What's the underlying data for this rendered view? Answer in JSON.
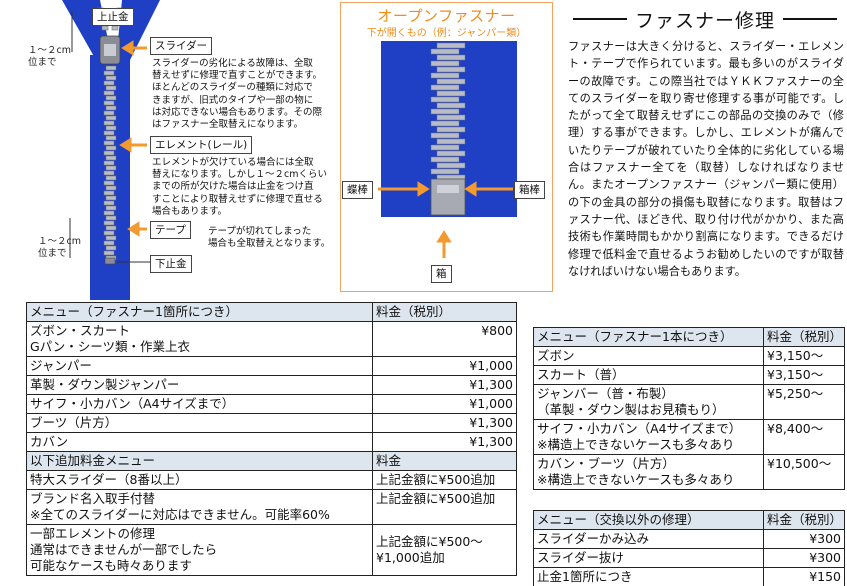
{
  "diagram": {
    "top_stop_label": "上止金",
    "slider_label": "スライダー",
    "slider_note": [
      "スライダーの劣化による故障は、全取",
      "替えせずに修理で直すことができます。",
      "ほとんどのスライダーの種類に対応で",
      "きますが、旧式のタイプや一部の物に",
      "は対応できない場合もあります。その際",
      "はファスナー全取替えになります。"
    ],
    "element_label": "エレメント(レール)",
    "element_note": [
      "エレメントが欠けている場合には全取",
      "替えになります。しかし１～２cmくらい",
      "までの所が欠けた場合は止金をつけ直",
      "すことにより取替えせずに修理で直せる",
      "場合もあります。"
    ],
    "tape_label": "テープ",
    "tape_note": [
      "テープが切れてしまった",
      "場合も全取替えとなります。"
    ],
    "bottom_stop_label": "下止金",
    "side_note_top": [
      "１～２cm",
      "位まで"
    ],
    "side_note_bottom": [
      "１～２cm",
      "位まで"
    ]
  },
  "open_zipper": {
    "title": "オープンファスナー",
    "subtitle": "下が開くもの（例：ジャンパー類）",
    "butterfly_label": "蝶棒",
    "box_pin_label": "箱棒",
    "box_label": "箱"
  },
  "repair": {
    "title": "ファスナー修理",
    "body": "ファスナーは大きく分けると、スライダー・エレメント・テープで作られています。最も多いのがスライダーの故障です。この際当社ではＹＫＫファスナーの全てのスライダーを取り寄せ修理する事が可能です。したがって全て取替えせずにこの部品の交換のみで（修理）する事ができます。しかし、エレメントが痛んでいたりテープが破れていたり全体的に劣化している場合はファスナー全てを（取替）しなければなりません。またオープンファスナー（ジャンパー類に使用）の下の金具の部分の損傷も取替になります。取替はファスナー代、ほどき代、取り付け代がかかり、また高技術も作業時間もかかり割高になります。できるだけ修理で低料金で直せるようお勧めしたいのですが取替なければいけない場合もあります。"
  },
  "table_single": {
    "header": [
      "メニュー（ファスナー1箇所につき）",
      "料金（税別）"
    ],
    "rows": [
      {
        "menu": [
          "ズボン・スカート",
          "Gパン・シーツ類・作業上衣"
        ],
        "price": "¥800"
      },
      {
        "menu": [
          "ジャンパー"
        ],
        "price": "¥1,000"
      },
      {
        "menu": [
          "革製・ダウン製ジャンパー"
        ],
        "price": "¥1,300"
      },
      {
        "menu": [
          "サイフ・小カバン（A4サイズまで）"
        ],
        "price": "¥1,000"
      },
      {
        "menu": [
          "ブーツ（片方）"
        ],
        "price": "¥1,300"
      },
      {
        "menu": [
          "カバン"
        ],
        "price": "¥1,300"
      }
    ],
    "extra_header": [
      "以下追加料金メニュー",
      "料金"
    ],
    "extra_rows": [
      {
        "menu": [
          "特大スライダー（8番以上）"
        ],
        "price": [
          "上記金額に¥500追加"
        ]
      },
      {
        "menu": [
          "ブランド名入取手付替",
          "※全てのスライダーに対応はできません。可能率60%"
        ],
        "price": [
          "上記金額に¥500追加"
        ]
      },
      {
        "menu": [
          "一部エレメントの修理",
          "通常はできませんが一部でしたら",
          "可能なケースも時々あります"
        ],
        "price": [
          "上記金額に¥500～",
          "¥1,000追加"
        ]
      }
    ]
  },
  "table_full": {
    "header": [
      "メニュー（ファスナー1本につき）",
      "料金（税別）"
    ],
    "rows": [
      {
        "menu": [
          "ズボン"
        ],
        "price": "¥3,150～"
      },
      {
        "menu": [
          "スカート（普）"
        ],
        "price": "¥3,150～"
      },
      {
        "menu": [
          "ジャンバー（普・布製）",
          "（革製・ダウン製はお見積もり）"
        ],
        "price": "¥5,250～"
      },
      {
        "menu": [
          "サイフ・小カバン（A4サイズまで）",
          "※構造上できないケースも多々あり"
        ],
        "price": "¥8,400～"
      },
      {
        "menu": [
          "カバン・ブーツ（片方）",
          "※構造上できないケースも多々あり"
        ],
        "price": "¥10,500～"
      }
    ]
  },
  "table_other": {
    "header": [
      "メニュー（交換以外の修理）",
      "料金（税別）"
    ],
    "rows": [
      {
        "menu": "スライダーかみ込み",
        "price": "¥300"
      },
      {
        "menu": "スライダー抜け",
        "price": "¥300"
      },
      {
        "menu": "止金1箇所につき",
        "price": "¥150"
      }
    ]
  },
  "colors": {
    "zipper_tape": "#1f3fc4",
    "teeth": "#b9bcc4",
    "accent_orange": "#f29a2e",
    "table_header": "#dde6ee"
  }
}
